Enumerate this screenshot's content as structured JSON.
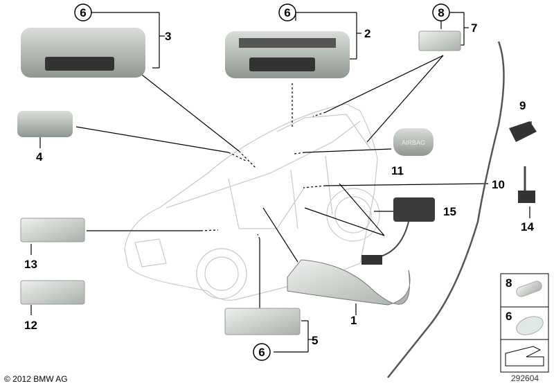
{
  "callouts": {
    "n1": "1",
    "n2": "2",
    "n3": "3",
    "n4": "4",
    "n5": "5",
    "n7": "7",
    "n9": "9",
    "n10": "10",
    "n11": "11",
    "n12": "12",
    "n13": "13",
    "n14": "14",
    "n15": "15"
  },
  "circled": {
    "c_top_left": "6",
    "c_top_mid": "6",
    "c_top_right": "8",
    "c_bottom": "6"
  },
  "airbag_label": "AIRBAG",
  "legend": {
    "bulb_8": "8",
    "bulb_6": "6"
  },
  "copyright": "© 2012 BMW AG",
  "diagram_id": "292604"
}
